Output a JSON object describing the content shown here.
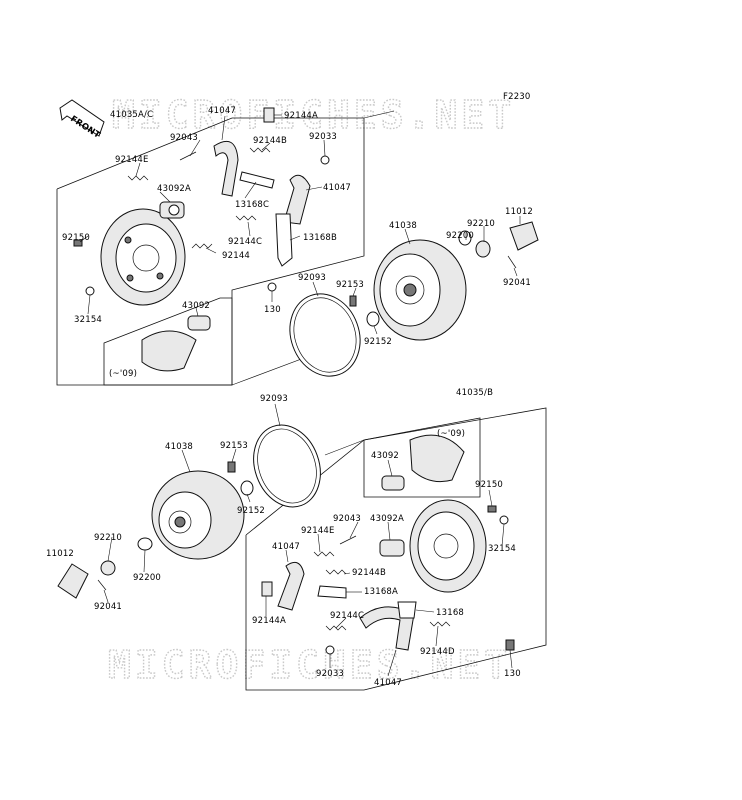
{
  "diagram_code": "F2230",
  "front_label": "FRONT",
  "watermark": "MICROFICHES.NET",
  "labels": {
    "top_41035ac": "41035A/C",
    "top_41047_a": "41047",
    "top_92144a": "92144A",
    "top_92043": "92043",
    "top_92144b": "92144B",
    "top_92033": "92033",
    "top_92144e": "92144E",
    "top_43092a": "43092A",
    "top_41047_b": "41047",
    "top_13168c": "13168C",
    "top_92150": "92150",
    "top_92144c": "92144C",
    "top_13168b": "13168B",
    "top_92144": "92144",
    "top_130": "130",
    "top_32154": "32154",
    "top_43092": "43092",
    "top_09": "(~'09)",
    "top_92093": "92093",
    "top_41038": "41038",
    "top_92153": "92153",
    "top_92152": "92152",
    "top_92200": "92200",
    "top_92210": "92210",
    "top_11012": "11012",
    "top_92041": "92041",
    "bot_92093": "92093",
    "bot_41035b": "41035/B",
    "bot_41038": "41038",
    "bot_92153": "92153",
    "bot_92152": "92152",
    "bot_09": "(~'09)",
    "bot_43092": "43092",
    "bot_92150": "92150",
    "bot_92043": "92043",
    "bot_43092a": "43092A",
    "bot_92144e": "92144E",
    "bot_32154": "32154",
    "bot_92210": "92210",
    "bot_41047_a": "41047",
    "bot_11012": "11012",
    "bot_92200": "92200",
    "bot_92144b": "92144B",
    "bot_13168a": "13168A",
    "bot_92041": "92041",
    "bot_92144a": "92144A",
    "bot_13168": "13168",
    "bot_92144c": "92144C",
    "bot_92144d": "92144D",
    "bot_92033": "92033",
    "bot_41047_b": "41047",
    "bot_130": "130"
  }
}
